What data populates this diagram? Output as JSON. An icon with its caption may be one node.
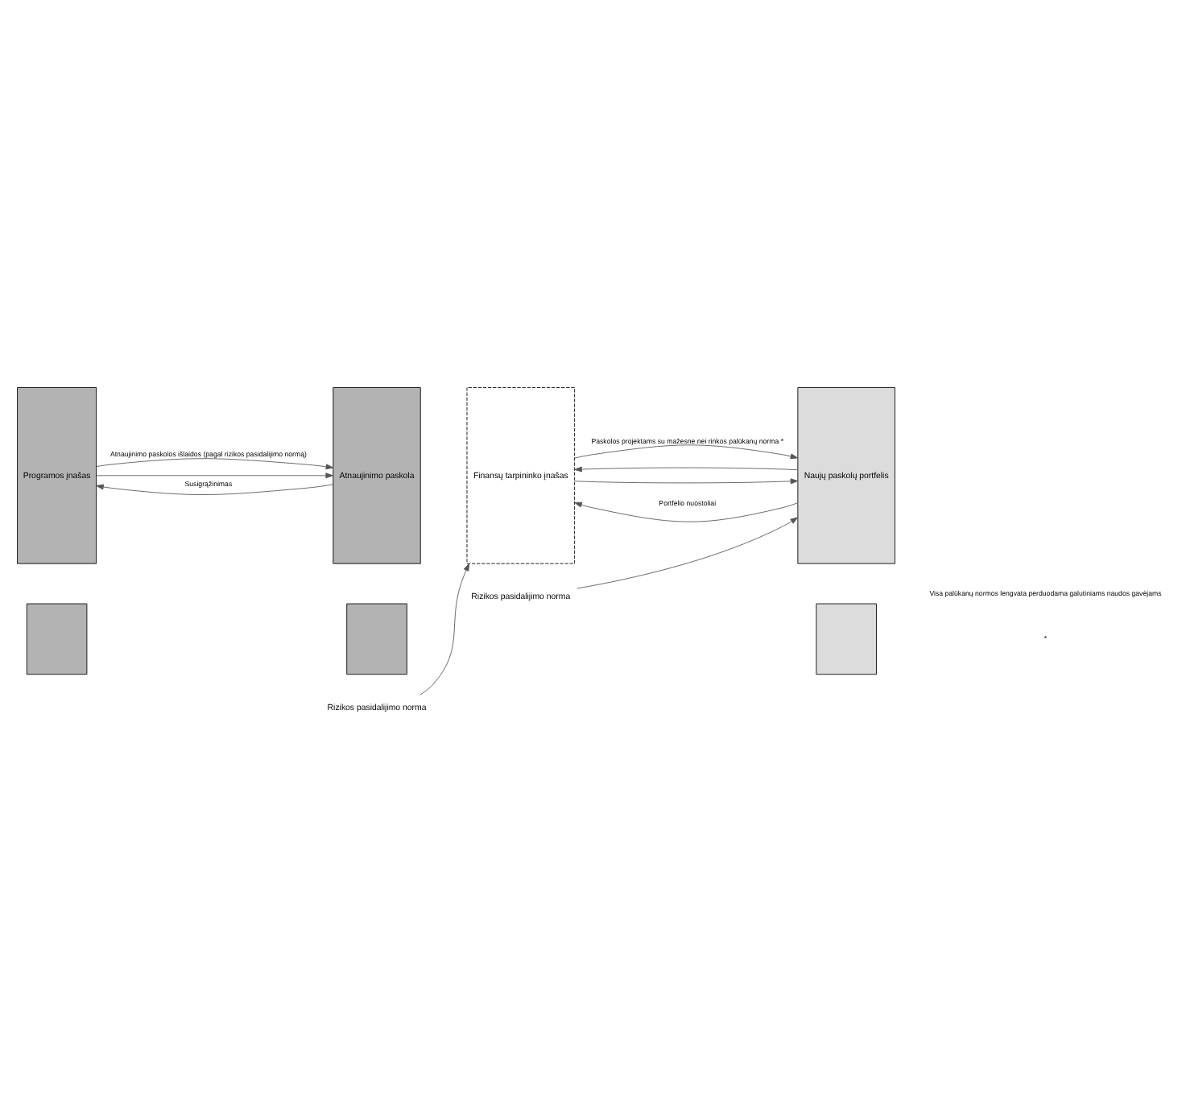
{
  "diagram": {
    "nodes": [
      {
        "text": [
          "Programos įnašas"
        ]
      },
      {
        "text": [],
        "shape": "box"
      },
      {
        "text": [
          "Atnaujinimo paskola"
        ]
      },
      {
        "text": [
          "Finansų tarpininko įnašas"
        ]
      },
      {
        "text": [],
        "shape": "box"
      },
      {
        "text": [
          "Naujų paskolų portfelis"
        ]
      },
      {
        "text": [],
        "shape": "box"
      },
      {
        "text": [
          "Rizikos pasidalijimo norma"
        ]
      },
      {
        "text": [
          "Rizikos pasidalijimo norma"
        ]
      }
    ],
    "edges": [
      {
        "from": 0,
        "to": 2,
        "arrow": "to",
        "label": "Atnaujinimo paskolos išlaidos (pagal rizikos pasidalijimo normą)"
      },
      {
        "from": 0,
        "to": 2,
        "arrow": "to"
      },
      {
        "from": 2,
        "to": 0,
        "arrow": "to",
        "label": "Susigrąžinimas"
      },
      {
        "from": 3,
        "to": 5,
        "arrow": "to",
        "label": "Paskolos projektams su mažesne nei rinkos palūkanų norma *"
      },
      {
        "from": 5,
        "to": 3,
        "arrow": "to",
        "label": "Portfelio nuostoliai"
      },
      {
        "from": 3,
        "to": 5,
        "arrow": "to"
      },
      {
        "from": 5,
        "to": 3,
        "arrow": "to"
      },
      {
        "from": 7,
        "to": 3,
        "arrow": "to"
      },
      {
        "from": 8,
        "to": 5,
        "arrow": "to"
      }
    ],
    "labels": [
      "*",
      "Visa palūkanų normos lengvata perduodama galutiniams naudos gavėjams"
    ]
  }
}
